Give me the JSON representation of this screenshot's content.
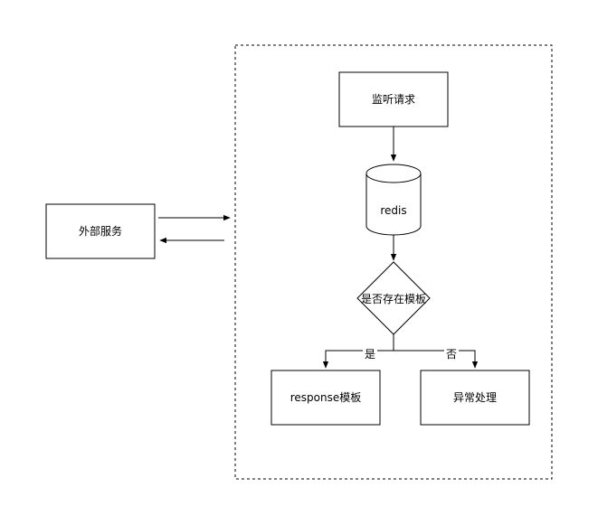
{
  "diagram": {
    "nodes": {
      "external_service": "外部服务",
      "listen_request": "监听请求",
      "redis": "redis",
      "template_exists": "是否存在模板",
      "response_template": "response模板",
      "exception_handling": "异常处理"
    },
    "edges": {
      "yes_label": "是",
      "no_label": "否"
    }
  }
}
